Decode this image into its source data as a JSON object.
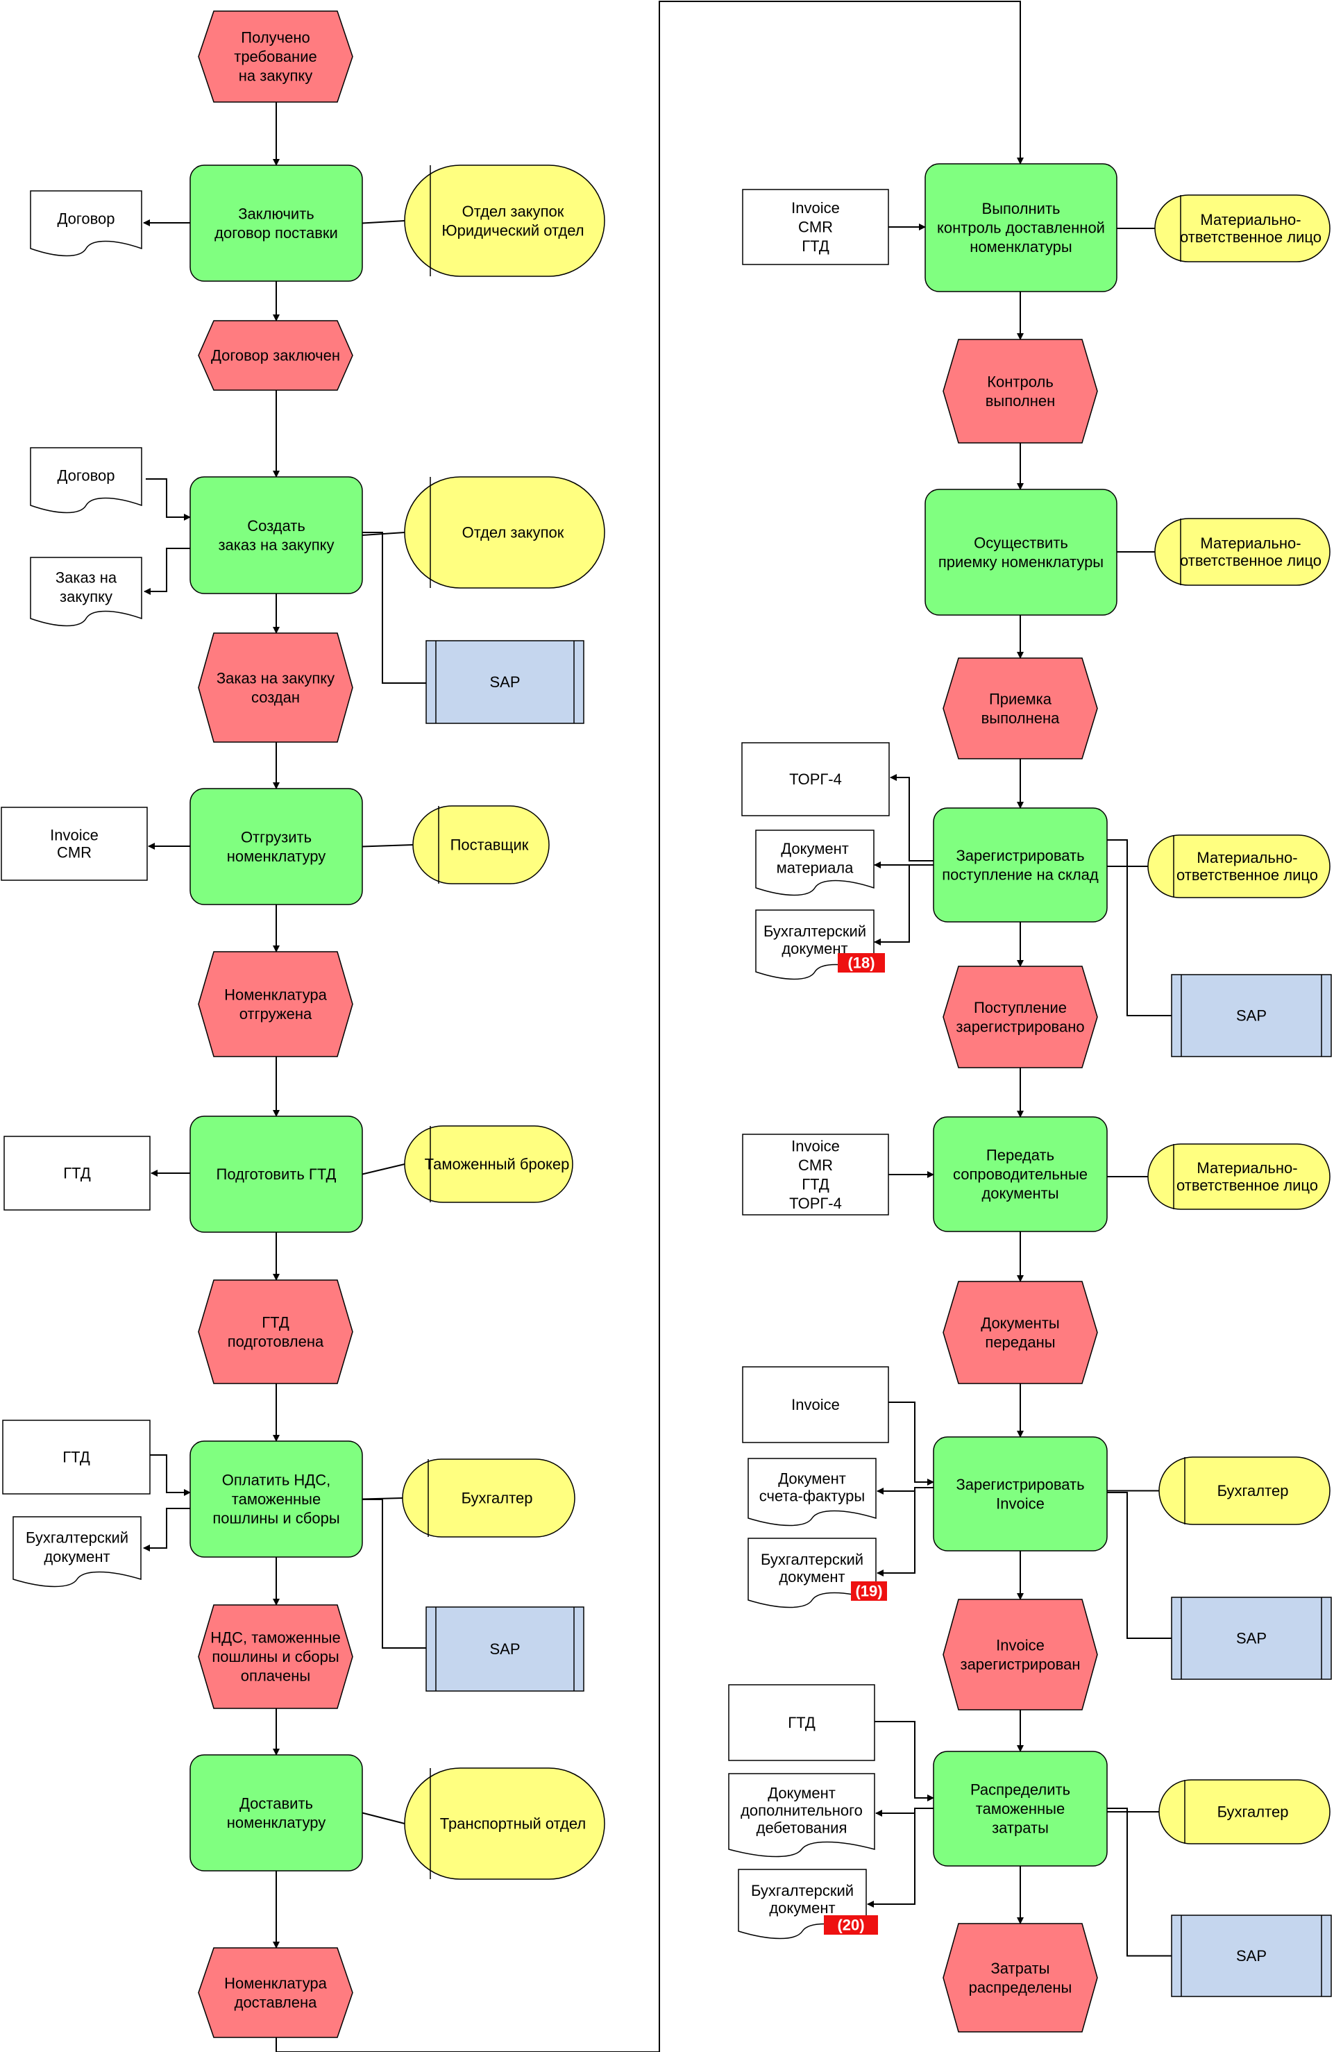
{
  "left": {
    "events": [
      [
        "Получено",
        "требование",
        "на закупку"
      ],
      [
        "Договор заключен"
      ],
      [
        "Заказ на закупку",
        "создан"
      ],
      [
        "Номенклатура",
        "отгружена"
      ],
      [
        "ГТД",
        "подготовлена"
      ],
      [
        "НДС, таможенные",
        "пошлины и сборы",
        "оплачены"
      ],
      [
        "Номенклатура",
        "доставлена"
      ]
    ],
    "functions": [
      [
        "Заключить",
        "договор поставки"
      ],
      [
        "Создать",
        "заказ на закупку"
      ],
      [
        "Отгрузить",
        "номенклатуру"
      ],
      [
        "Подготовить ГТД"
      ],
      [
        "Оплатить НДС,",
        "таможенные",
        "пошлины и сборы"
      ],
      [
        "Доставить",
        "номенклатуру"
      ]
    ],
    "roles": [
      [
        "Отдел закупок",
        "Юридический отдел"
      ],
      [
        "Отдел закупок"
      ],
      [
        "Поставщик"
      ],
      [
        "Таможенный брокер"
      ],
      [
        "Бухгалтер"
      ],
      [
        "Транспортный отдел"
      ]
    ],
    "documents": [
      [
        "Договор"
      ],
      [
        "Договор"
      ],
      [
        "Заказ на",
        "закупку"
      ],
      [
        "Invoice",
        "CMR"
      ],
      [
        "ГТД"
      ],
      [
        "ГТД"
      ],
      [
        "Бухгалтерский",
        "документ"
      ]
    ],
    "systems": [
      "SAP",
      "SAP"
    ]
  },
  "right": {
    "events": [
      [
        "Контроль",
        "выполнен"
      ],
      [
        "Приемка",
        "выполнена"
      ],
      [
        "Поступление",
        "зарегистрировано"
      ],
      [
        "Документы",
        "переданы"
      ],
      [
        "Invoice",
        "зарегистрирован"
      ],
      [
        "Затраты",
        "распределены"
      ]
    ],
    "functions": [
      [
        "Выполнить",
        "контроль доставленной",
        "номенклатуры"
      ],
      [
        "Осуществить",
        "приемку номенклатуры"
      ],
      [
        "Зарегистрировать",
        "поступление на склад"
      ],
      [
        "Передать",
        "сопроводительные",
        "документы"
      ],
      [
        "Зарегистрировать",
        "Invoice"
      ],
      [
        "Распределить",
        "таможенные",
        "затраты"
      ]
    ],
    "roles": [
      [
        "Материально-",
        "ответственное лицо"
      ],
      [
        "Материально-",
        "ответственное лицо"
      ],
      [
        "Материально-",
        "ответственное лицо"
      ],
      [
        "Материально-",
        "ответственное лицо"
      ],
      [
        "Бухгалтер"
      ],
      [
        "Бухгалтер"
      ]
    ],
    "documents": [
      [
        "Invoice",
        "CMR",
        "ГТД"
      ],
      [
        "ТОРГ-4"
      ],
      [
        "Документ",
        "материала"
      ],
      [
        "Бухгалтерский",
        "документ"
      ],
      [
        "Invoice",
        "CMR",
        "ГТД",
        "ТОРГ-4"
      ],
      [
        "Invoice"
      ],
      [
        "Документ",
        "счета-фактуры"
      ],
      [
        "Бухгалтерский",
        "документ"
      ],
      [
        "ГТД"
      ],
      [
        "Документ",
        "дополнительного",
        "дебетования"
      ],
      [
        "Бухгалтерский",
        "документ"
      ]
    ],
    "systems": [
      "SAP",
      "SAP",
      "SAP"
    ],
    "badges": [
      "(18)",
      "(19)",
      "(20)"
    ]
  },
  "colors": {
    "event": "#ff7c80",
    "function": "#80ff80",
    "role": "#ffff80",
    "system": "#c5d6ee",
    "document": "#ffffff",
    "badge": "#ee1111",
    "line": "#000000"
  }
}
